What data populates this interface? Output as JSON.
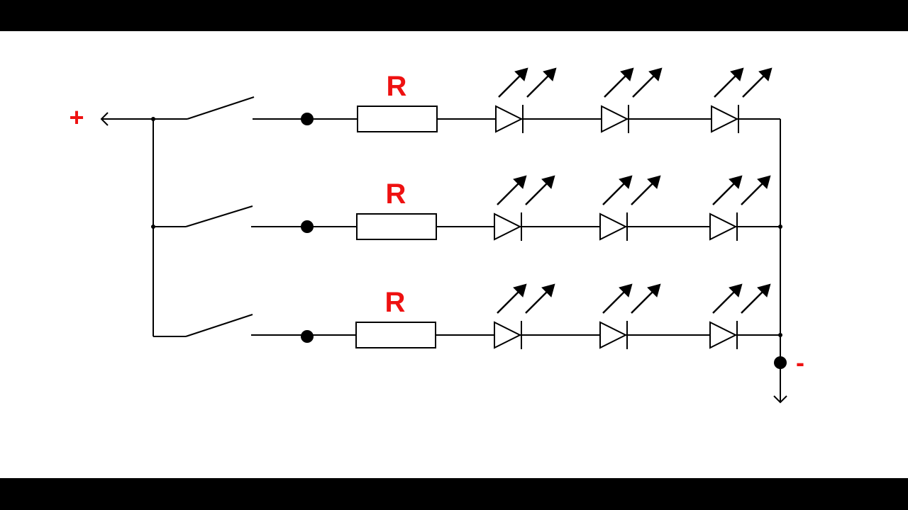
{
  "diagram": {
    "title": "",
    "plus_label": "+",
    "minus_label": "-",
    "label_color": "#ee1111",
    "wire_color": "#000000",
    "background": "#ffffff",
    "branches": [
      {
        "resistor_label": "R",
        "led_count": 3
      },
      {
        "resistor_label": "R",
        "led_count": 3
      },
      {
        "resistor_label": "R",
        "led_count": 3
      }
    ]
  }
}
